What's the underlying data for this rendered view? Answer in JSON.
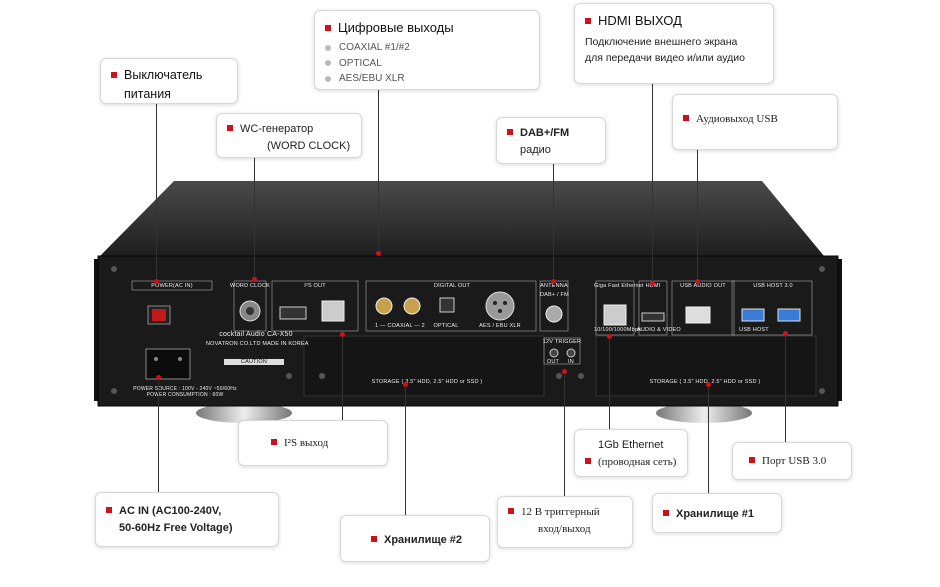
{
  "callouts": {
    "power_switch": {
      "line1": "Выключатель",
      "line2": "питания"
    },
    "word_clock": {
      "line1": "WC-генератор",
      "line2": "(WORD CLOCK)"
    },
    "digital_out": {
      "title": "Цифровые выходы",
      "items": [
        "COAXIAL #1/#2",
        "OPTICAL",
        "AES/EBU XLR"
      ]
    },
    "dab_fm": {
      "line1": "DAB+/FM",
      "line2": "радио"
    },
    "hdmi": {
      "title": "HDMI ВЫХОД",
      "line1": "Подключение внешнего экрана",
      "line2": "для передачи видео и/или аудио"
    },
    "usb_audio": {
      "label": "Аудиовыход USB"
    },
    "i2s": {
      "label": "I²S выход"
    },
    "ac_in": {
      "line1": "AC IN (AC100-240V,",
      "line2": "50-60Hz Free Voltage)"
    },
    "storage2": {
      "label": "Хранилище #2"
    },
    "trigger": {
      "line1": "12 В триггерный",
      "line2": "вход/выход"
    },
    "ethernet": {
      "line1": "1Gb Ethernet",
      "line2": "(проводная сеть)"
    },
    "storage1": {
      "label": "Хранилище #1"
    },
    "usb30": {
      "label": "Порт USB 3.0"
    }
  },
  "device": {
    "power_ac_in": "POWER(AC IN)",
    "word_clock": "WORD CLOCK",
    "i2s_out": "I²S OUT",
    "digital_out": "DIGITAL OUT",
    "coaxial": "1 — COAXIAL — 2",
    "optical": "OPTICAL",
    "aes": "AES / EBU XLR",
    "antenna": "ANTENNA",
    "dab_fm": "DAB+ / FM",
    "trigger": "12V TRIGGER",
    "out": "OUT",
    "in": "IN",
    "ethernet": "Giga Fast Ethernet",
    "ethernet_speed": "10/100/1000Mbps",
    "hdmi": "HDMI",
    "audio_video": "AUDIO & VIDEO",
    "usb_audio_out": "USB AUDIO OUT",
    "usb_host": "USB HOST 3.0",
    "usb_host_label": "USB HOST",
    "brand": "cocktail Audio CA-X50",
    "maker": "NOVATRON CO.LTD  MADE IN KOREA",
    "caution": "CAUTION",
    "power_source": "POWER SOURCE : 100V - 240V ~50/60Hz",
    "power_consumption": "POWER CONSUMPTION : 60W",
    "storage_label": "STORAGE ( 3.5\" HDD, 2.5\" HDD or SSD )"
  },
  "colors": {
    "accent": "#d0101b",
    "chassis": "#1b1b1b",
    "panel": "#222222"
  }
}
